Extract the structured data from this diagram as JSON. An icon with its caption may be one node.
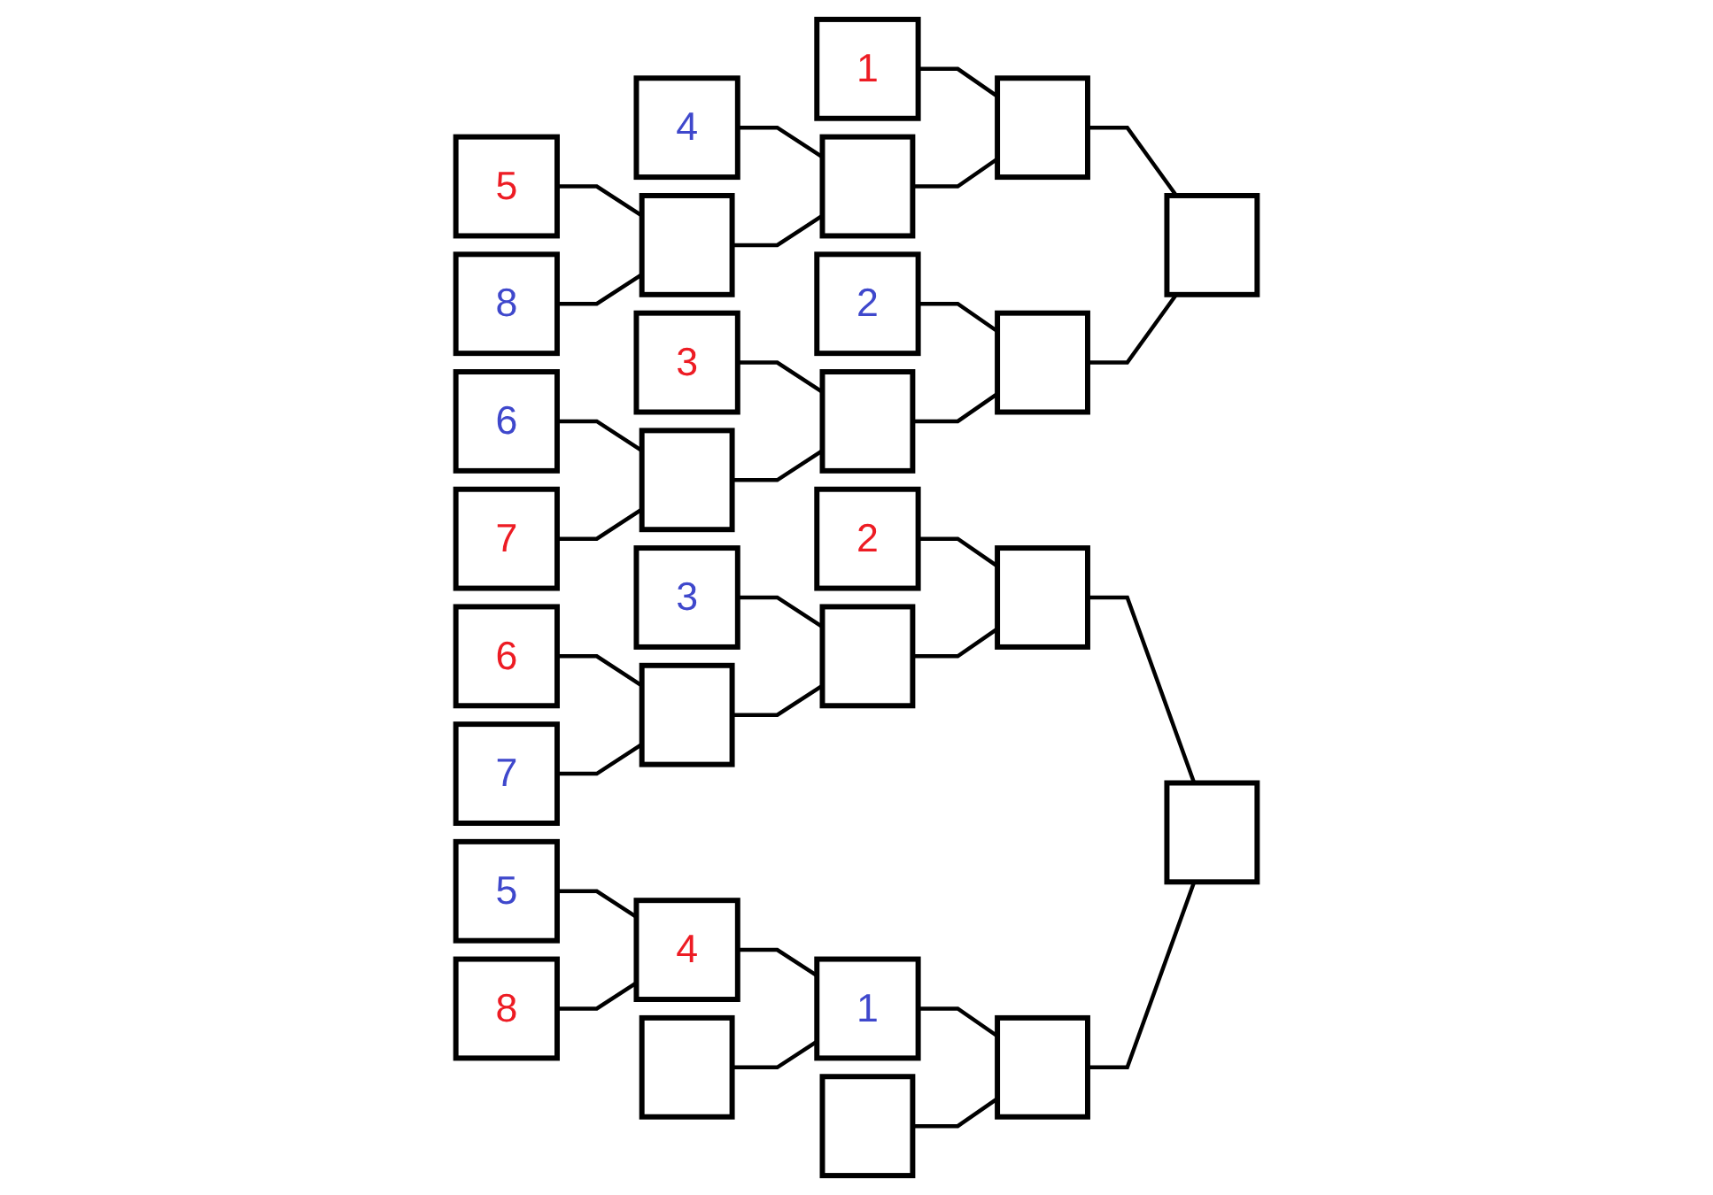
{
  "diagram": {
    "nodes": [
      {
        "text": [
          "5"
        ]
      },
      {
        "text": [
          "8"
        ]
      },
      {
        "text": [
          "6"
        ]
      },
      {
        "text": [
          "7"
        ]
      },
      {
        "text": [
          "6"
        ]
      },
      {
        "text": [
          "7"
        ]
      },
      {
        "text": [
          "5"
        ]
      },
      {
        "text": [
          "8"
        ]
      },
      {
        "text": [
          "4"
        ]
      },
      {
        "text": [],
        "shape": "box"
      },
      {
        "text": [
          "3"
        ]
      },
      {
        "text": [],
        "shape": "box"
      },
      {
        "text": [
          "3"
        ]
      },
      {
        "text": [],
        "shape": "box"
      },
      {
        "text": [
          "4"
        ]
      },
      {
        "text": [],
        "shape": "box"
      },
      {
        "text": [
          "1"
        ]
      },
      {
        "text": [],
        "shape": "box"
      },
      {
        "text": [
          "2"
        ]
      },
      {
        "text": [],
        "shape": "box"
      },
      {
        "text": [
          "2"
        ]
      },
      {
        "text": [],
        "shape": "box"
      },
      {
        "text": [
          "1"
        ]
      },
      {
        "text": [],
        "shape": "box"
      },
      {
        "text": [],
        "shape": "box"
      },
      {
        "text": [],
        "shape": "box"
      },
      {
        "text": [],
        "shape": "box"
      },
      {
        "text": [],
        "shape": "box"
      },
      {
        "text": [],
        "shape": "box"
      },
      {
        "text": [],
        "shape": "box"
      }
    ],
    "edges": [
      {
        "from": 0,
        "to": 9,
        "arrow": "none"
      },
      {
        "from": 1,
        "to": 9,
        "arrow": "none"
      },
      {
        "from": 2,
        "to": 11,
        "arrow": "none"
      },
      {
        "from": 3,
        "to": 11,
        "arrow": "none"
      },
      {
        "from": 4,
        "to": 13,
        "arrow": "none"
      },
      {
        "from": 5,
        "to": 13,
        "arrow": "none"
      },
      {
        "from": 6,
        "to": 14,
        "arrow": "none"
      },
      {
        "from": 7,
        "to": 14,
        "arrow": "none"
      },
      {
        "from": 8,
        "to": 17,
        "arrow": "none"
      },
      {
        "from": 9,
        "to": 17,
        "arrow": "none"
      },
      {
        "from": 10,
        "to": 19,
        "arrow": "none"
      },
      {
        "from": 11,
        "to": 19,
        "arrow": "none"
      },
      {
        "from": 12,
        "to": 21,
        "arrow": "none"
      },
      {
        "from": 13,
        "to": 21,
        "arrow": "none"
      },
      {
        "from": 14,
        "to": 22,
        "arrow": "none"
      },
      {
        "from": 15,
        "to": 22,
        "arrow": "none"
      },
      {
        "from": 16,
        "to": 24,
        "arrow": "none"
      },
      {
        "from": 17,
        "to": 24,
        "arrow": "none"
      },
      {
        "from": 18,
        "to": 25,
        "arrow": "none"
      },
      {
        "from": 19,
        "to": 25,
        "arrow": "none"
      },
      {
        "from": 20,
        "to": 26,
        "arrow": "none"
      },
      {
        "from": 21,
        "to": 26,
        "arrow": "none"
      },
      {
        "from": 22,
        "to": 27,
        "arrow": "none"
      },
      {
        "from": 23,
        "to": 27,
        "arrow": "none"
      },
      {
        "from": 24,
        "to": 28,
        "arrow": "none"
      },
      {
        "from": 25,
        "to": 28,
        "arrow": "none"
      },
      {
        "from": 26,
        "to": 29,
        "arrow": "none"
      },
      {
        "from": 27,
        "to": 29,
        "arrow": "none"
      }
    ]
  }
}
